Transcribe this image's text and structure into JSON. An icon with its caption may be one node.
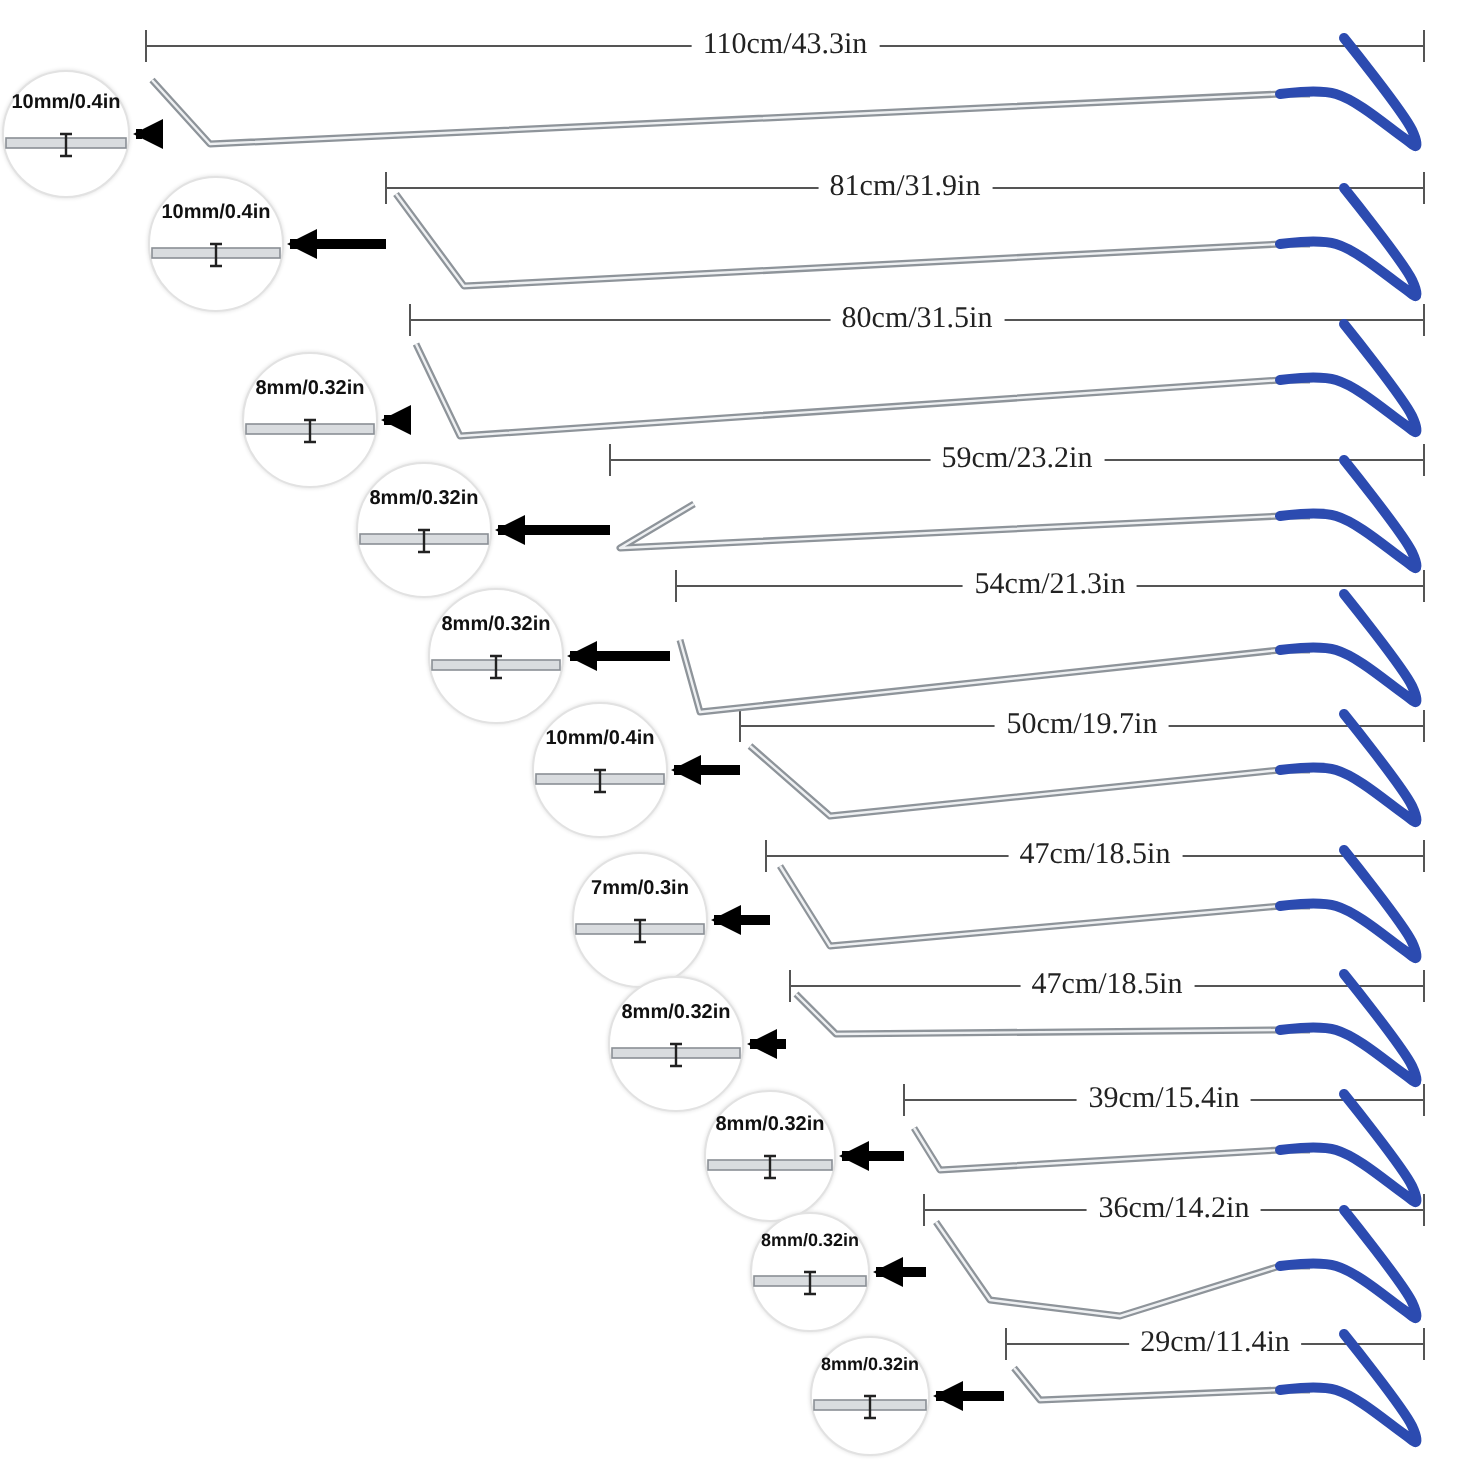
{
  "diagram": {
    "nodes": [
      {
        "text": [
          "10mm/0.4in"
        ]
      },
      {
        "text": [],
        "shape": "picture"
      },
      {
        "text": [
          "10mm/0.4in"
        ]
      },
      {
        "text": [],
        "shape": "picture"
      },
      {
        "text": [
          "8mm/0.32in"
        ]
      },
      {
        "text": [],
        "shape": "picture"
      },
      {
        "text": [
          "8mm/0.32in"
        ]
      },
      {
        "text": [],
        "shape": "picture"
      },
      {
        "text": [
          "8mm/0.32in"
        ]
      },
      {
        "text": [],
        "shape": "picture"
      },
      {
        "text": [
          "10mm/0.4in"
        ]
      },
      {
        "text": [],
        "shape": "picture"
      },
      {
        "text": [
          "7mm/0.3in"
        ]
      },
      {
        "text": [],
        "shape": "picture"
      },
      {
        "text": [
          "8mm/0.32in"
        ]
      },
      {
        "text": [],
        "shape": "picture"
      },
      {
        "text": [
          "8mm/0.32in"
        ]
      },
      {
        "text": [],
        "shape": "picture"
      },
      {
        "text": [
          "8mm/0.32in"
        ]
      },
      {
        "text": [],
        "shape": "picture"
      },
      {
        "text": [
          "8mm/0.32in"
        ]
      },
      {
        "text": [],
        "shape": "picture"
      }
    ],
    "edges": [
      {
        "from": 1,
        "to": 0,
        "arrow": "to"
      },
      {
        "from": 3,
        "to": 2,
        "arrow": "to"
      },
      {
        "from": 5,
        "to": 4,
        "arrow": "to"
      },
      {
        "from": 7,
        "to": 6,
        "arrow": "to"
      },
      {
        "from": 9,
        "to": 8,
        "arrow": "to"
      },
      {
        "from": 11,
        "to": 10,
        "arrow": "to"
      },
      {
        "from": 13,
        "to": 12,
        "arrow": "to"
      },
      {
        "from": 15,
        "to": 14,
        "arrow": "to"
      },
      {
        "from": 17,
        "to": 16,
        "arrow": "to"
      },
      {
        "from": 19,
        "to": 18,
        "arrow": "to"
      },
      {
        "from": 21,
        "to": 20,
        "arrow": "to"
      }
    ],
    "labels": [
      "110cm/43.3in",
      "81cm/31.9in",
      "80cm/31.5in",
      "59cm/23.2in",
      "54cm/21.3in",
      "50cm/19.7in",
      "47cm/18.5in",
      "47cm/18.5in",
      "39cm/15.4in",
      "36cm/14.2in",
      "29cm/11.4in"
    ]
  }
}
